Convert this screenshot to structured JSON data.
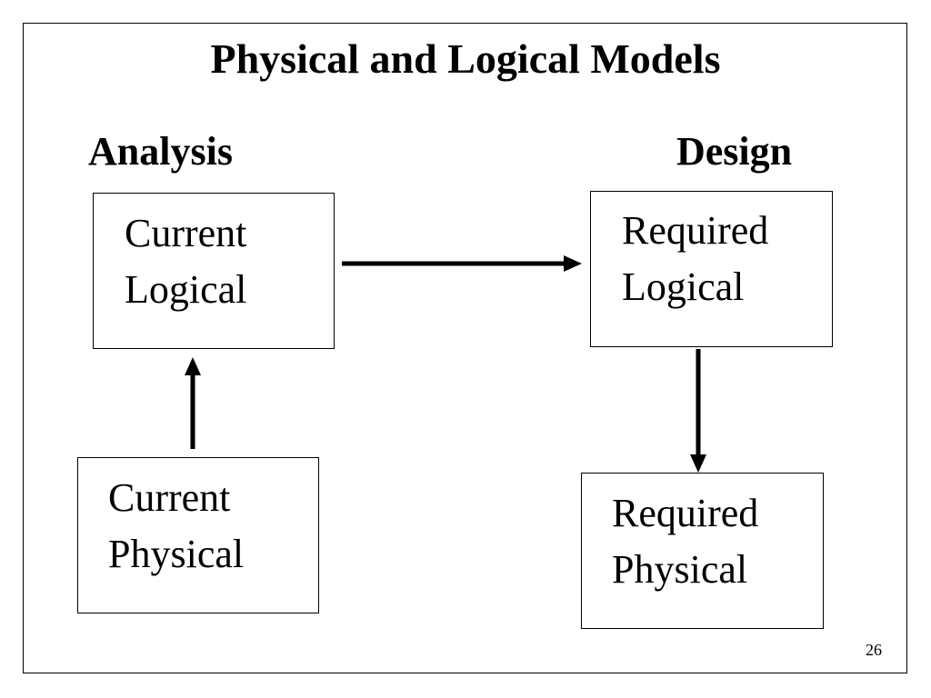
{
  "slide": {
    "title": "Physical and Logical Models",
    "headings": {
      "analysis": "Analysis",
      "design": "Design"
    },
    "boxes": {
      "current_logical": [
        "Current",
        "Logical"
      ],
      "required_logical": [
        "Required",
        "Logical"
      ],
      "current_physical": [
        "Current",
        "Physical"
      ],
      "required_physical": [
        "Required",
        "Physical"
      ]
    },
    "page_number": "26",
    "colors": {
      "text": "#000000",
      "lines": "#000000",
      "background": "#ffffff"
    }
  }
}
